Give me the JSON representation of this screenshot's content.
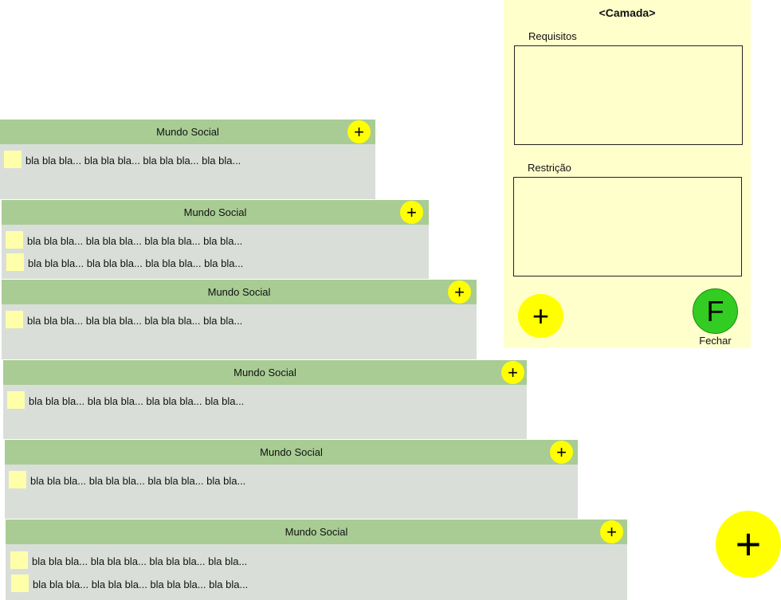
{
  "colors": {
    "layer_header": "#a8cc94",
    "layer_body": "#d9dfd8",
    "add_button": "#ffff00",
    "item_marker": "#ffffaa",
    "panel_background": "#ffffcc",
    "close_button": "#33cc22"
  },
  "layers": [
    {
      "title": "Mundo Social",
      "add_label": "+",
      "items": [
        "bla bla bla... bla bla bla... bla bla bla... bla bla..."
      ]
    },
    {
      "title": "Mundo Social",
      "add_label": "+",
      "items": [
        "bla bla bla... bla bla bla... bla bla bla... bla bla...",
        "bla bla bla... bla bla bla... bla bla bla... bla bla..."
      ]
    },
    {
      "title": "Mundo Social",
      "add_label": "+",
      "items": [
        "bla bla bla... bla bla bla... bla bla bla... bla bla..."
      ]
    },
    {
      "title": "Mundo Social",
      "add_label": "+",
      "items": [
        "bla bla bla... bla bla bla... bla bla bla... bla bla..."
      ]
    },
    {
      "title": "Mundo Social",
      "add_label": "+",
      "items": [
        "bla bla bla... bla bla bla... bla bla bla... bla bla..."
      ]
    },
    {
      "title": "Mundo Social",
      "add_label": "+",
      "items": [
        "bla bla bla... bla bla bla... bla bla bla... bla bla...",
        "bla bla bla... bla bla bla... bla bla bla... bla bla..."
      ]
    }
  ],
  "panel": {
    "title": "<Camada>",
    "requisitos_label": "Requisitos",
    "requisitos_value": "",
    "restricao_label": "Restrição",
    "restricao_value": "",
    "add_label": "+",
    "close_icon_label": "F",
    "close_label": "Fechar"
  },
  "global_add_label": "+"
}
